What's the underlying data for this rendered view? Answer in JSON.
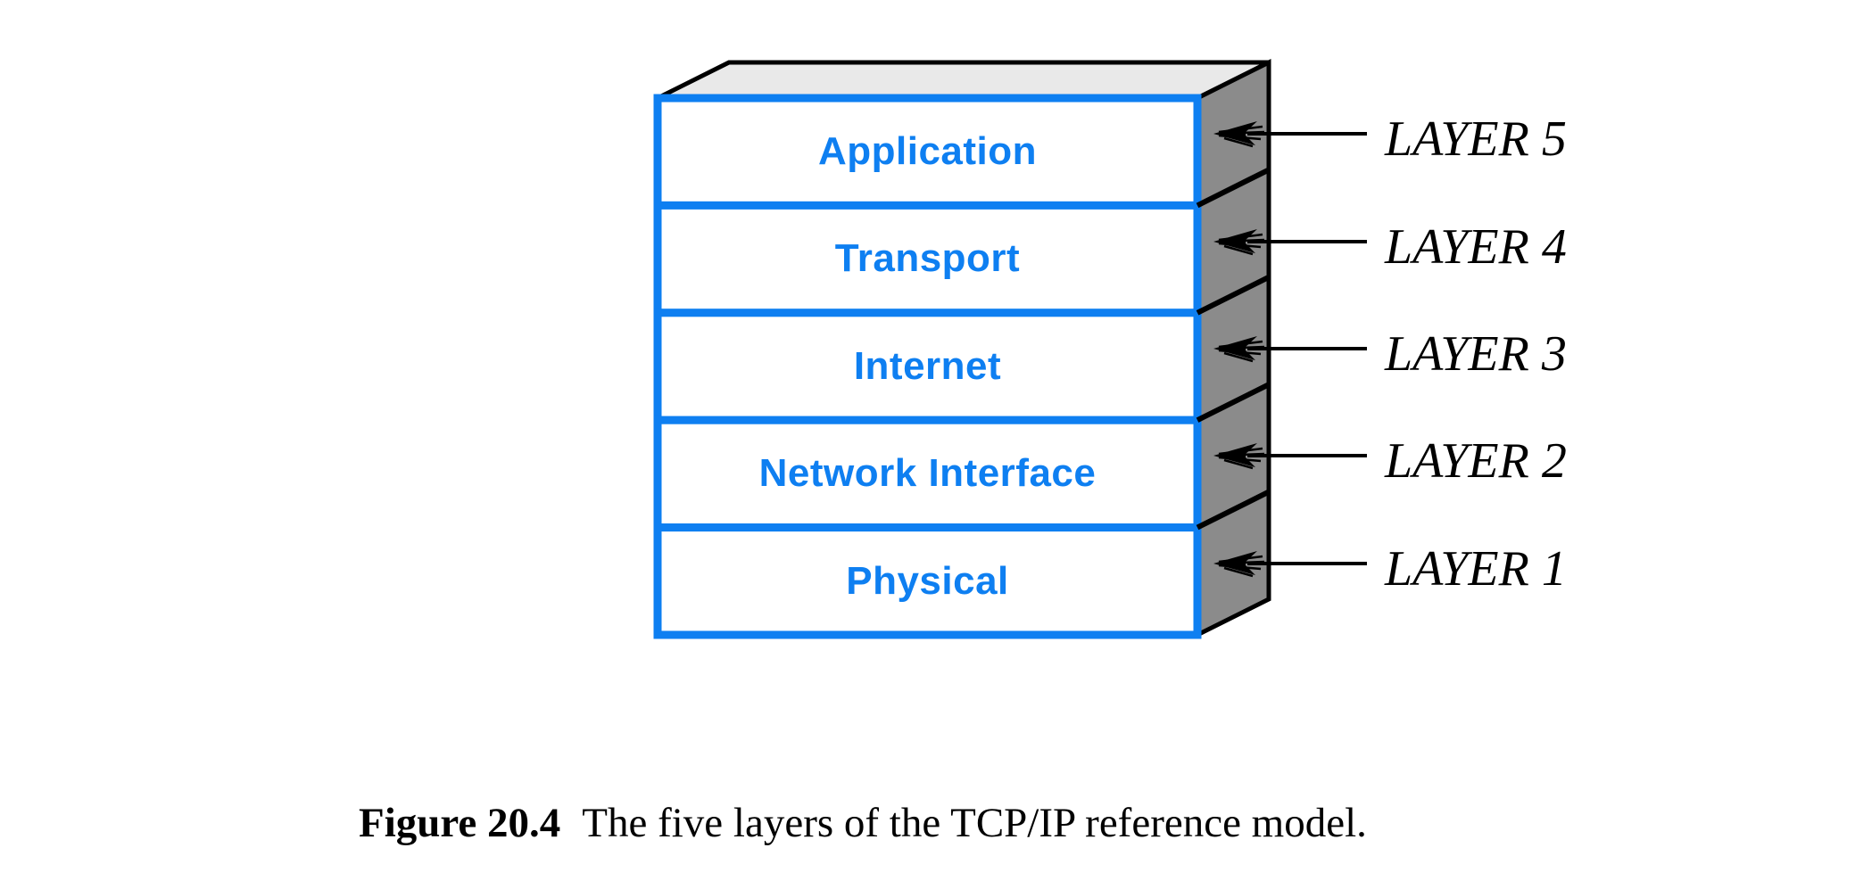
{
  "figure": {
    "stack": {
      "layers": [
        {
          "name": "Application",
          "annotation": "LAYER 5"
        },
        {
          "name": "Transport",
          "annotation": "LAYER 4"
        },
        {
          "name": "Internet",
          "annotation": "LAYER 3"
        },
        {
          "name": "Network Interface",
          "annotation": "LAYER 2"
        },
        {
          "name": "Physical",
          "annotation": "LAYER 1"
        }
      ]
    },
    "caption": {
      "label": "Figure 20.4",
      "text": "The five layers of the TCP/IP reference model."
    }
  },
  "colors": {
    "accent-blue": "#0e7ff1",
    "top-face-gray": "#e9e9e9",
    "side-face-gray": "#8b8b8b",
    "ink-black": "#000000"
  }
}
